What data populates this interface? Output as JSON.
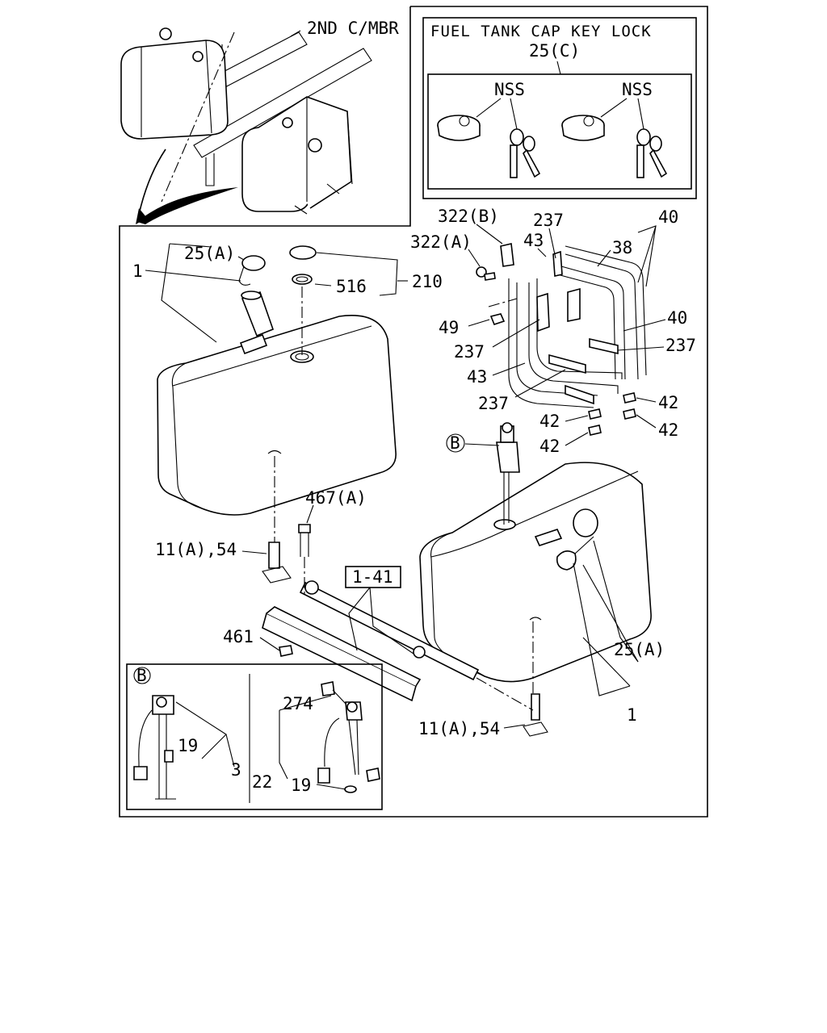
{
  "inset_vehicle": {
    "label": "2ND C/MBR"
  },
  "key_lock_box": {
    "title": "FUEL TANK CAP KEY LOCK",
    "part": "25(C)",
    "nss_left": "NSS",
    "nss_right": "NSS"
  },
  "main_labels": {
    "l_25a_top": "25(A)",
    "l_1_top": "1",
    "l_516": "516",
    "l_210": "210",
    "l_322b": "322(B)",
    "l_322a": "322(A)",
    "l_237_top": "237",
    "l_43_top": "43",
    "l_40_top": "40",
    "l_38": "38",
    "l_49": "49",
    "l_40_mid": "40",
    "l_237_right": "237",
    "l_237_left": "237",
    "l_43_left": "43",
    "l_237_bottom": "237",
    "l_42_a": "42",
    "l_42_b": "42",
    "l_42_c": "42",
    "l_42_d": "42",
    "l_b_marker": "B",
    "l_467a": "467(A)",
    "l_11a54_left": "11(A),54",
    "l_1_41": "1-41",
    "l_461": "461",
    "l_25a_right": "25(A)",
    "l_1_bottom": "1",
    "l_11a54_right": "11(A),54"
  },
  "detail_b": {
    "marker": "B",
    "l_19_left": "19",
    "l_3": "3",
    "l_274": "274",
    "l_22": "22",
    "l_19_right": "19"
  }
}
